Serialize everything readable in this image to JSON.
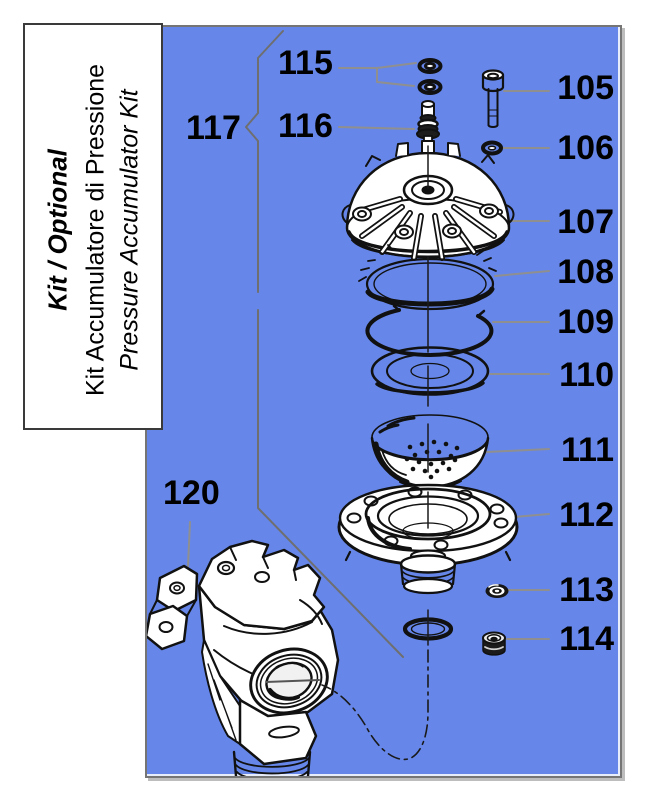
{
  "panel": {
    "background_color": "#6687e9",
    "border_color": "#757575"
  },
  "colors": {
    "line_art": "#111111",
    "leader_line": "#8f8f8f",
    "bracket_line": "#6f6f6f"
  },
  "kit_label": {
    "line1": "Kit / Optional",
    "line2": "Kit Accumulatore di Pressione",
    "line3": "Pressure Accumulator Kit"
  },
  "callouts": {
    "c105": {
      "label": "105"
    },
    "c106": {
      "label": "106"
    },
    "c107": {
      "label": "107"
    },
    "c108": {
      "label": "108"
    },
    "c109": {
      "label": "109"
    },
    "c110": {
      "label": "110"
    },
    "c111": {
      "label": "111"
    },
    "c112": {
      "label": "112"
    },
    "c113": {
      "label": "113"
    },
    "c114": {
      "label": "114"
    },
    "c115": {
      "label": "115"
    },
    "c116": {
      "label": "116"
    },
    "c117": {
      "label": "117"
    },
    "c120": {
      "label": "120"
    }
  }
}
